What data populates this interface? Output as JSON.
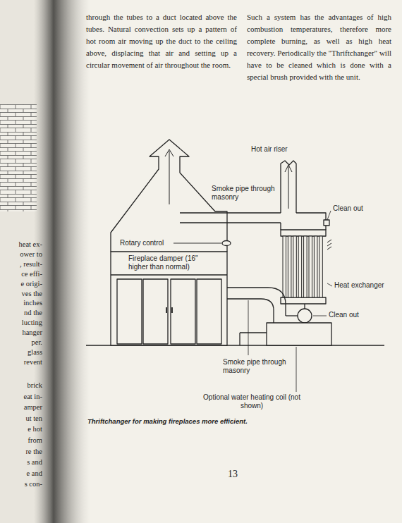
{
  "diagram": {
    "caption": "Thriftchanger for making fireplaces more efficient.",
    "labels": [
      "through the tubes to a duct located above the tubes. Natural convection sets up a pattern of hot room air moving up the duct to the ceiling above, displacing that air and setting up a circular movement of air throughout the room.",
      "Such a system has the advantages of high combustion temperatures, therefore more complete burning, as well as high heat recovery. Periodically the \"Thriftchanger\" will have to be cleaned which is done with a special brush provided with the unit.",
      "Hot air riser",
      "Smoke pipe through masonry",
      "Clean out",
      "Rotary control",
      "Fireplace damper (16\" higher than normal)",
      "Heat exchanger",
      "Clean out",
      "Smoke pipe through masonry",
      "Optional water heating coil (not shown)",
      "13",
      "heat ex-",
      "ower to",
      ", result-",
      "ce effi-",
      "e origi-",
      "ves the",
      "inches",
      "nd the",
      "lucting",
      "hanger",
      "per.",
      "glass",
      "revent",
      "brick",
      "eat in-",
      "amper",
      "ut ten",
      "e hot",
      "from",
      "re the",
      "s and",
      "e and",
      "s con-"
    ]
  }
}
